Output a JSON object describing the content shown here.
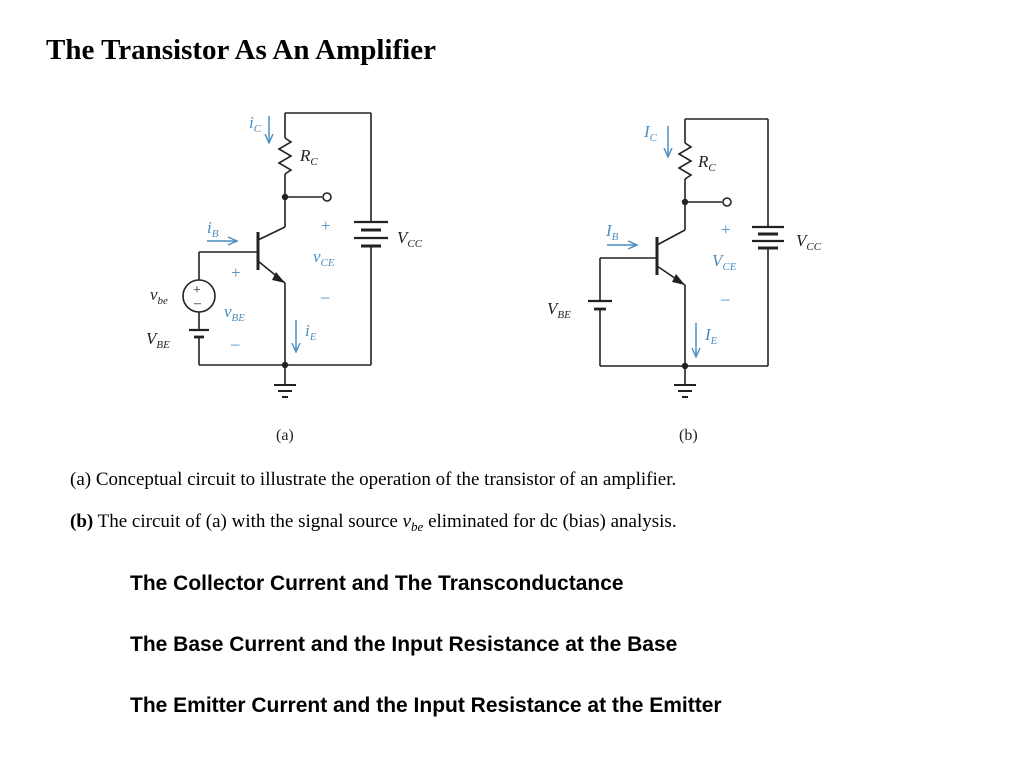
{
  "slide": {
    "title": "The Transistor As An Amplifier"
  },
  "circuit_a": {
    "label": "(a)",
    "iC": "i",
    "iC_sub": "C",
    "RC": "R",
    "RC_sub": "C",
    "iB": "i",
    "iB_sub": "B",
    "vCE": "v",
    "vCE_sub": "CE",
    "VCC": "V",
    "VCC_sub": "CC",
    "vbe": "v",
    "vbe_sub": "be",
    "vBE": "v",
    "vBE_sub": "BE",
    "VBE": "V",
    "VBE_sub": "BE",
    "iE": "i",
    "iE_sub": "E",
    "plus": "+",
    "minus": "–"
  },
  "circuit_b": {
    "label": "(b)",
    "IC": "I",
    "IC_sub": "C",
    "RC": "R",
    "RC_sub": "C",
    "IB": "I",
    "IB_sub": "B",
    "VCE": "V",
    "VCE_sub": "CE",
    "VCC": "V",
    "VCC_sub": "CC",
    "VBE": "V",
    "VBE_sub": "BE",
    "IE": "I",
    "IE_sub": "E",
    "plus": "+",
    "minus": "–"
  },
  "captions": {
    "a": "(a) Conceptual circuit to illustrate the operation of the transistor of an amplifier.",
    "b_prefix": "(b)",
    "b_text1": " The circuit of (a) with the signal source ",
    "b_var": "v",
    "b_var_sub": "be",
    "b_text2": " eliminated for dc (bias) analysis."
  },
  "headings": {
    "h1": "The Collector Current and The Transconductance",
    "h2": "The Base Current and the Input Resistance at the Base",
    "h3": "The Emitter Current and the Input Resistance at the Emitter"
  },
  "colors": {
    "wire": "#222222",
    "annotation_blue": "#4a8ec2"
  }
}
